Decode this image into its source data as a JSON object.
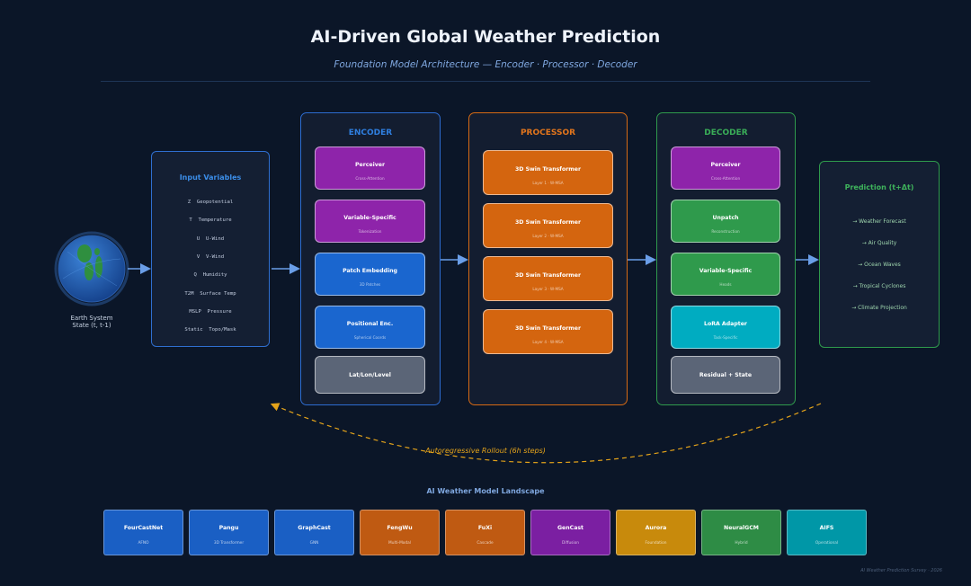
{
  "header": {
    "title": "AI-Driven Global Weather Prediction",
    "subtitle": "Foundation Model Architecture — Encoder · Processor · Decoder"
  },
  "earth": {
    "label_line1": "Earth System",
    "label_line2": "State (t, t-1)"
  },
  "inputs": {
    "title": "Input Variables",
    "variables": [
      "Z  Geopotential",
      "T  Temperature",
      "U  U-Wind",
      "V  V-Wind",
      "Q  Humidity",
      "T2M  Surface Temp",
      "MSLP  Pressure",
      "Static  Topo/Mask"
    ]
  },
  "encoder": {
    "title": "ENCODER",
    "blocks": [
      {
        "title": "Perceiver",
        "sub": "Cross-Attention",
        "color": "#8e24aa"
      },
      {
        "title": "Variable-Specific",
        "sub": "Tokenization",
        "color": "#8e24aa"
      },
      {
        "title": "Patch Embedding",
        "sub": "3D Patches",
        "color": "#1a66cf"
      },
      {
        "title": "Positional Enc.",
        "sub": "Spherical Coords",
        "color": "#1a66cf"
      },
      {
        "title": "Lat/Lon/Level",
        "sub": "",
        "color": "#5b6577"
      }
    ]
  },
  "processor": {
    "title": "PROCESSOR",
    "blocks": [
      {
        "title": "3D Swin Transformer",
        "sub": "Layer 1 · W-MSA",
        "color": "#d4650f"
      },
      {
        "title": "3D Swin Transformer",
        "sub": "Layer 2 · W-MSA",
        "color": "#d4650f"
      },
      {
        "title": "3D Swin Transformer",
        "sub": "Layer 3 · W-MSA",
        "color": "#d4650f"
      },
      {
        "title": "3D Swin Transformer",
        "sub": "Layer 4 · W-MSA",
        "color": "#d4650f"
      }
    ]
  },
  "decoder": {
    "title": "DECODER",
    "blocks": [
      {
        "title": "Perceiver",
        "sub": "Cross-Attention",
        "color": "#8e24aa"
      },
      {
        "title": "Unpatch",
        "sub": "Reconstruction",
        "color": "#2f9a4c"
      },
      {
        "title": "Variable-Specific",
        "sub": "Heads",
        "color": "#2f9a4c"
      },
      {
        "title": "LoRA Adapter",
        "sub": "Task-Specific",
        "color": "#00acc1"
      },
      {
        "title": "Residual + State",
        "sub": "",
        "color": "#5b6577"
      }
    ]
  },
  "prediction": {
    "title": "Prediction (t+Δt)",
    "items": [
      "→ Weather Forecast",
      "→ Air Quality",
      "→ Ocean Waves",
      "→ Tropical Cyclones",
      "→ Climate Projection"
    ]
  },
  "rollout": {
    "label": "Autoregressive Rollout (6h steps)"
  },
  "landscape": {
    "title": "AI Weather Model Landscape",
    "models": [
      {
        "name": "FourCastNet",
        "desc": "AFNO",
        "color": "#1a5fc4"
      },
      {
        "name": "Pangu",
        "desc": "3D Transformer",
        "color": "#1a5fc4"
      },
      {
        "name": "GraphCast",
        "desc": "GNN",
        "color": "#1a5fc4"
      },
      {
        "name": "FengWu",
        "desc": "Multi-Modal",
        "color": "#bf5a12"
      },
      {
        "name": "FuXi",
        "desc": "Cascade",
        "color": "#bf5a12"
      },
      {
        "name": "GenCast",
        "desc": "Diffusion",
        "color": "#7b1fa2"
      },
      {
        "name": "Aurora",
        "desc": "Foundation",
        "color": "#c88a0c"
      },
      {
        "name": "NeuralGCM",
        "desc": "Hybrid",
        "color": "#2e8c45"
      },
      {
        "name": "AIFS",
        "desc": "Operational",
        "color": "#0097a7"
      }
    ]
  },
  "footer": {
    "text": "AI Weather Prediction Survey · 2026"
  },
  "colors": {
    "background": "#0b1628",
    "encoder_accent": "#2d6cd0",
    "processor_accent": "#d66a14",
    "decoder_accent": "#2f9a4c",
    "flow_arrow": "#6a9ee8",
    "rollout_arrow": "#e4a31a"
  }
}
